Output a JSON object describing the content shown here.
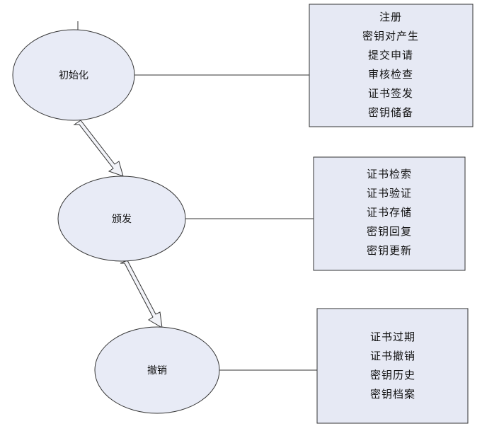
{
  "colors": {
    "node_fill": "#e8ebf6",
    "box_fill": "#e6e9f4",
    "stroke": "#333333",
    "arrow_fill": "#f2f3f8"
  },
  "stages": [
    {
      "label": "初始化",
      "tasks": [
        "注册",
        "密钥对产生",
        "提交申请",
        "审核检查",
        "证书签发",
        "密钥储备"
      ]
    },
    {
      "label": "颁发",
      "tasks": [
        "证书检索",
        "证书验证",
        "证书存储",
        "密钥回复",
        "密钥更新"
      ]
    },
    {
      "label": "撤销",
      "tasks": [
        "证书过期",
        "证书撤销",
        "密钥历史",
        "密钥档案"
      ]
    }
  ]
}
